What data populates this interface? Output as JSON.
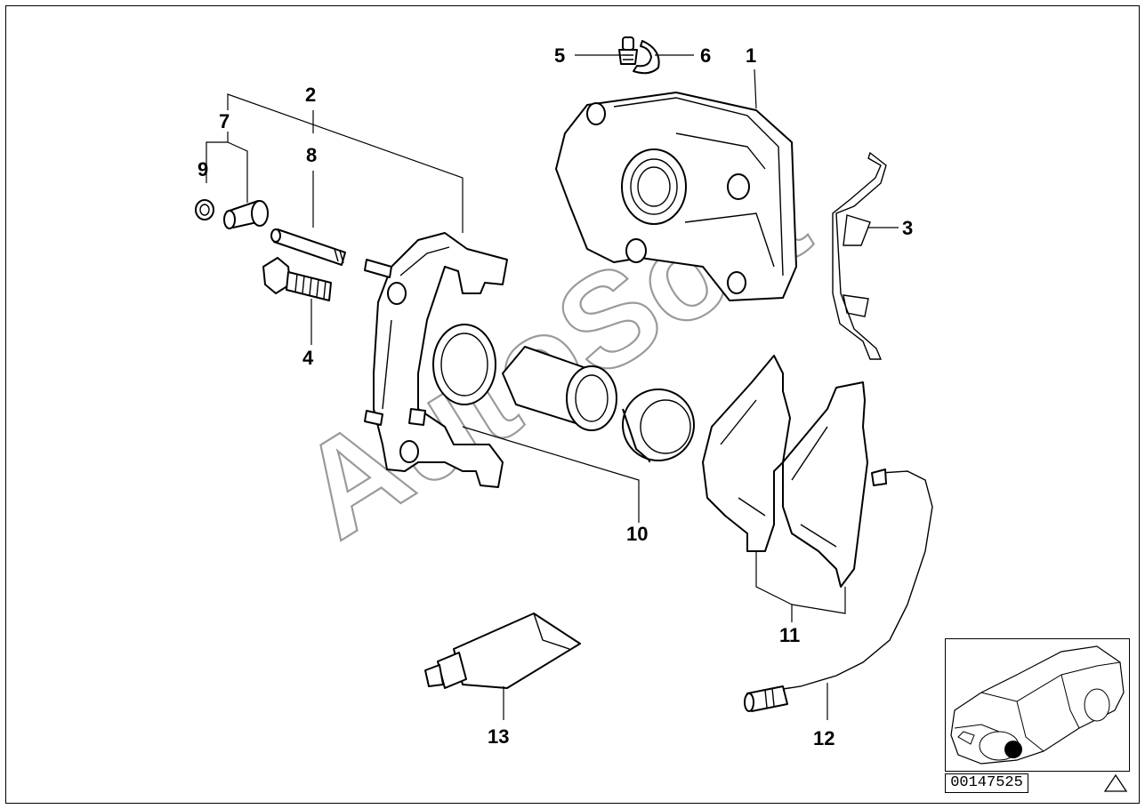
{
  "diagram": {
    "watermark": "AutoSoft",
    "reference_number": "00147525",
    "callouts": [
      {
        "id": "1",
        "label": "1"
      },
      {
        "id": "2",
        "label": "2"
      },
      {
        "id": "3",
        "label": "3"
      },
      {
        "id": "4",
        "label": "4"
      },
      {
        "id": "5",
        "label": "5"
      },
      {
        "id": "6",
        "label": "6"
      },
      {
        "id": "7",
        "label": "7"
      },
      {
        "id": "8",
        "label": "8"
      },
      {
        "id": "9",
        "label": "9"
      },
      {
        "id": "10",
        "label": "10"
      },
      {
        "id": "11",
        "label": "11"
      },
      {
        "id": "12",
        "label": "12"
      },
      {
        "id": "13",
        "label": "13"
      }
    ],
    "icons": {
      "caliper": "brake-caliper-icon",
      "carrier": "caliper-carrier-icon",
      "spring": "anti-rattle-spring-icon",
      "pads": "brake-pad-icon",
      "sensor": "wear-sensor-icon",
      "grease": "grease-tube-icon",
      "car": "car-location-icon",
      "warning": "warning-triangle-icon"
    }
  }
}
